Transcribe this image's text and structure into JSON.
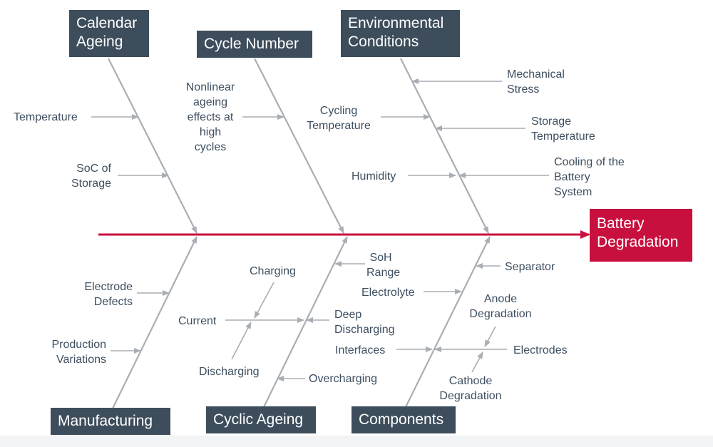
{
  "effect": "Battery\nDegradation",
  "categories": {
    "calendar_ageing": "Calendar\nAgeing",
    "cycle_number": "Cycle Number",
    "environmental_conditions": "Environmental\nConditions",
    "manufacturing": "Manufacturing",
    "cyclic_ageing": "Cyclic Ageing",
    "components": "Components"
  },
  "causes": {
    "temperature": "Temperature",
    "soc_of_storage": "SoC of\nStorage",
    "nonlinear_ageing": "Nonlinear\nageing\neffects at\nhigh\ncycles",
    "mechanical_stress": "Mechanical\nStress",
    "cycling_temperature": "Cycling\nTemperature",
    "storage_temperature": "Storage\nTemperature",
    "humidity": "Humidity",
    "cooling_system": "Cooling of the\nBattery\nSystem",
    "electrode_defects": "Electrode\nDefects",
    "production_variations": "Production\nVariations",
    "charging": "Charging",
    "current": "Current",
    "discharging": "Discharging",
    "soh_range": "SoH\nRange",
    "deep_discharging": "Deep\nDischarging",
    "overcharging": "Overcharging",
    "separator": "Separator",
    "electrolyte": "Electrolyte",
    "anode_degradation": "Anode\nDegradation",
    "interfaces": "Interfaces",
    "electrodes": "Electrodes",
    "cathode_degradation": "Cathode\nDegradation"
  },
  "colors": {
    "spine": "#c8103e",
    "bone": "#a9aeb4",
    "category_box": "#3d4d5c",
    "effect_box": "#c8103e",
    "text": "#3e4f60"
  }
}
